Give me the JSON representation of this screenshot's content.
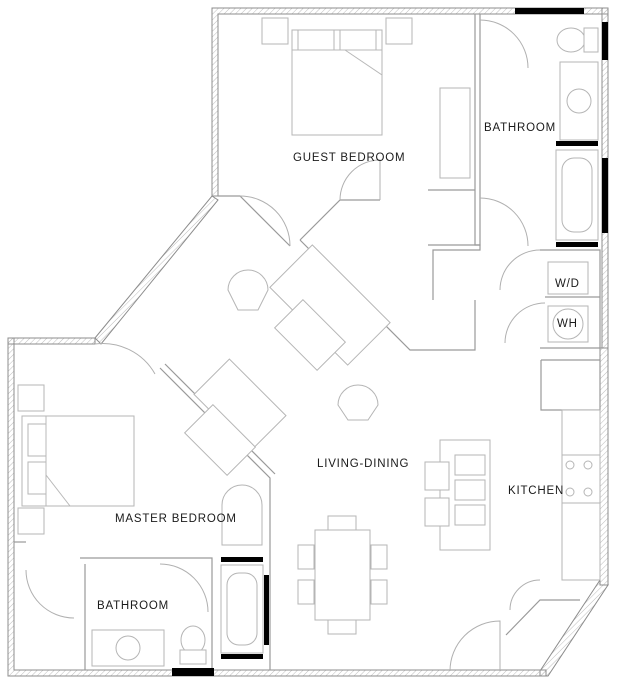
{
  "rooms": {
    "guest_bedroom": "GUEST BEDROOM",
    "bathroom_upper": "BATHROOM",
    "washer_dryer": "W/D",
    "water_heater": "WH",
    "living_dining": "LIVING-DINING",
    "kitchen": "KITCHEN",
    "master_bedroom": "MASTER BEDROOM",
    "bathroom_lower": "BATHROOM"
  },
  "colors": {
    "walls": "#9a9a9a",
    "fixtures": "#b5b5b5",
    "windows": "#000000",
    "labels": "#1a1a1a"
  }
}
